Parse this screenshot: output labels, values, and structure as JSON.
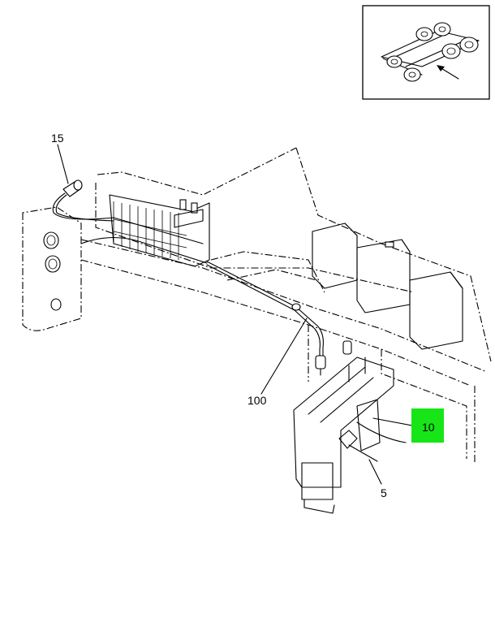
{
  "callouts": {
    "c15": "15",
    "c100": "100",
    "c10": "10",
    "c5": "5"
  },
  "colors": {
    "highlight": "#17e517",
    "line": "#000000",
    "background": "#ffffff"
  },
  "inset": {
    "icon": "truck-chassis-locator-icon"
  }
}
